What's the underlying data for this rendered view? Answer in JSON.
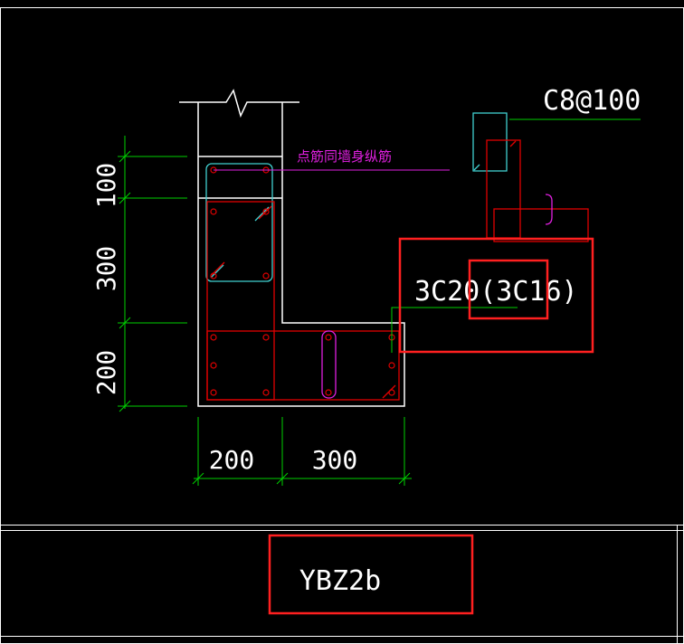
{
  "drawing": {
    "dimensions": {
      "vertical": [
        "100",
        "300",
        "200"
      ],
      "horizontal": [
        "200",
        "300"
      ]
    },
    "annotations": {
      "stirrup_spec": "C8@100",
      "longitudinal_note": "点筋同墙身纵筋",
      "rebar_spec": "3C20(3C16)"
    },
    "title_block": {
      "label": "YBZ2b"
    },
    "colors": {
      "background": "#000000",
      "outline": "#ffffff",
      "dimension": "#00d000",
      "rebar": "#e00000",
      "tie": "#40d0d0",
      "note": "#e020e0",
      "highlight": "#ff2020"
    }
  }
}
